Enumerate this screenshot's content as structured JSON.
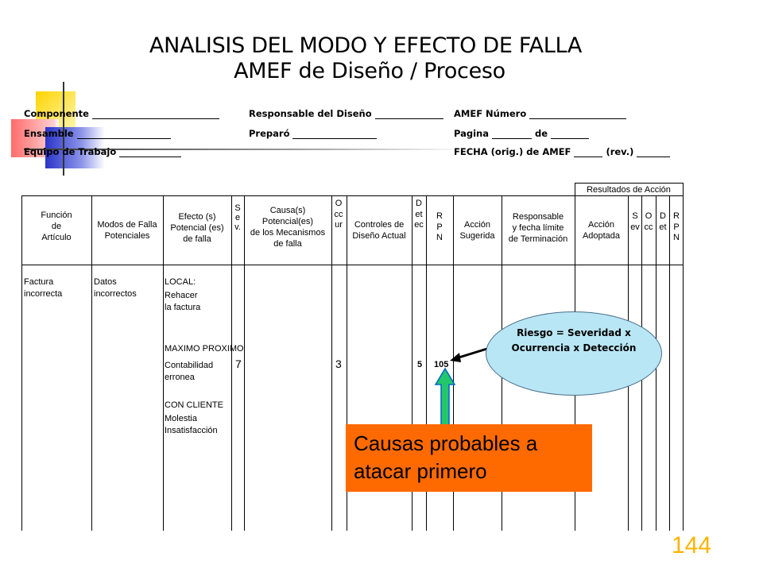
{
  "title": {
    "line1": "ANALISIS DEL MODO Y EFECTO DE FALLA",
    "line2": "AMEF de Diseño / Proceso"
  },
  "header": {
    "componente": "Componente",
    "ensamble": "Ensamble",
    "equipo": "Equipo de Trabajo",
    "responsable": "Responsable del Diseño",
    "preparo": "Preparó",
    "amef_numero": "AMEF Número",
    "pagina": "Pagina",
    "de": "de",
    "fecha": "FECHA (orig.) de AMEF",
    "rev": "(rev.)"
  },
  "table": {
    "resultados_label": "Resultados de Acción",
    "columns": {
      "funcion": "Función\nde\nArtículo",
      "modos": "Modos de Falla\nPotenciales",
      "efecto": "Efecto (s)\nPotencial (es)\nde falla",
      "sev": "Sev.",
      "causa": "Causa(s)\nPotencial(es)\nde los Mecanismos\nde falla",
      "occur": "Occur",
      "controles": "Controles de\nDiseño Actual",
      "detec": "Detec",
      "rpn": "RPN",
      "accion": "Acción\nSugerida",
      "responsable": "Responsable\ny fecha límite\nde Terminación",
      "accion_adoptada": "Acción\nAdoptada",
      "r_sev": "Sev",
      "r_occ": "Occ",
      "r_det": "Det",
      "r_rpn": "RPN"
    },
    "row": {
      "funcion": "Factura\nincorrecta",
      "modos": "Datos\nincorrectos",
      "efecto_local_title": "LOCAL:",
      "efecto_local": "Rehacer\nla factura",
      "efecto_max_title": "MAXIMO PROXIMO",
      "efecto_max": "Contabilidad\nerronea",
      "efecto_cliente_title": "CON CLIENTE",
      "efecto_cliente": "Molestia\nInsatisfacción",
      "sev": "7",
      "occur": "3",
      "detec": "5",
      "rpn": "105"
    }
  },
  "callout": {
    "line1": "Riesgo = Severidad x",
    "line2": "Ocurrencia x Detección",
    "color": "#b9e6f5"
  },
  "orange_box": {
    "text": "Causas probables a\natacar primero",
    "color": "#ff6a00"
  },
  "page_number": "144"
}
